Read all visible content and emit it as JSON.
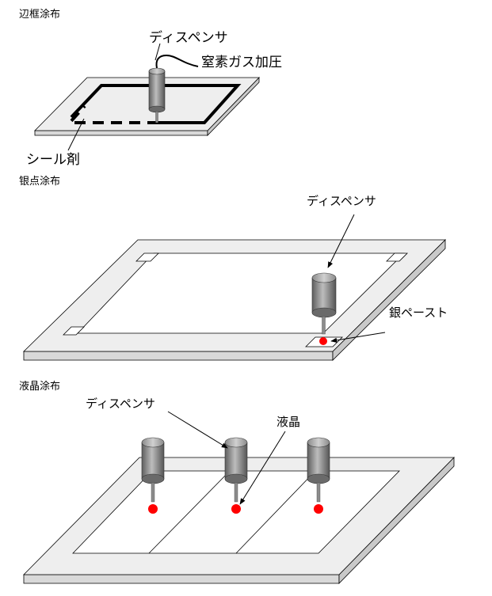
{
  "sections": [
    {
      "title": "辺框涂布",
      "labels": {
        "dispenser": "ディスペンサ",
        "gas": "窒素ガス加圧",
        "sealant": "シール剤"
      }
    },
    {
      "title": "银点涂布",
      "labels": {
        "dispenser": "ディスペンサ",
        "paste": "銀ペースト"
      }
    },
    {
      "title": "液晶涂布",
      "labels": {
        "dispenser": "ディスペンサ",
        "liquid": "液晶"
      }
    }
  ],
  "colors": {
    "panel_top": "#eeeeee",
    "panel_side": "#d9d9d9",
    "inner_area": "#ffffff",
    "cylinder_dark": "#6e6e6e",
    "cylinder_light": "#b8b8b8",
    "drop": "#ff0000"
  }
}
